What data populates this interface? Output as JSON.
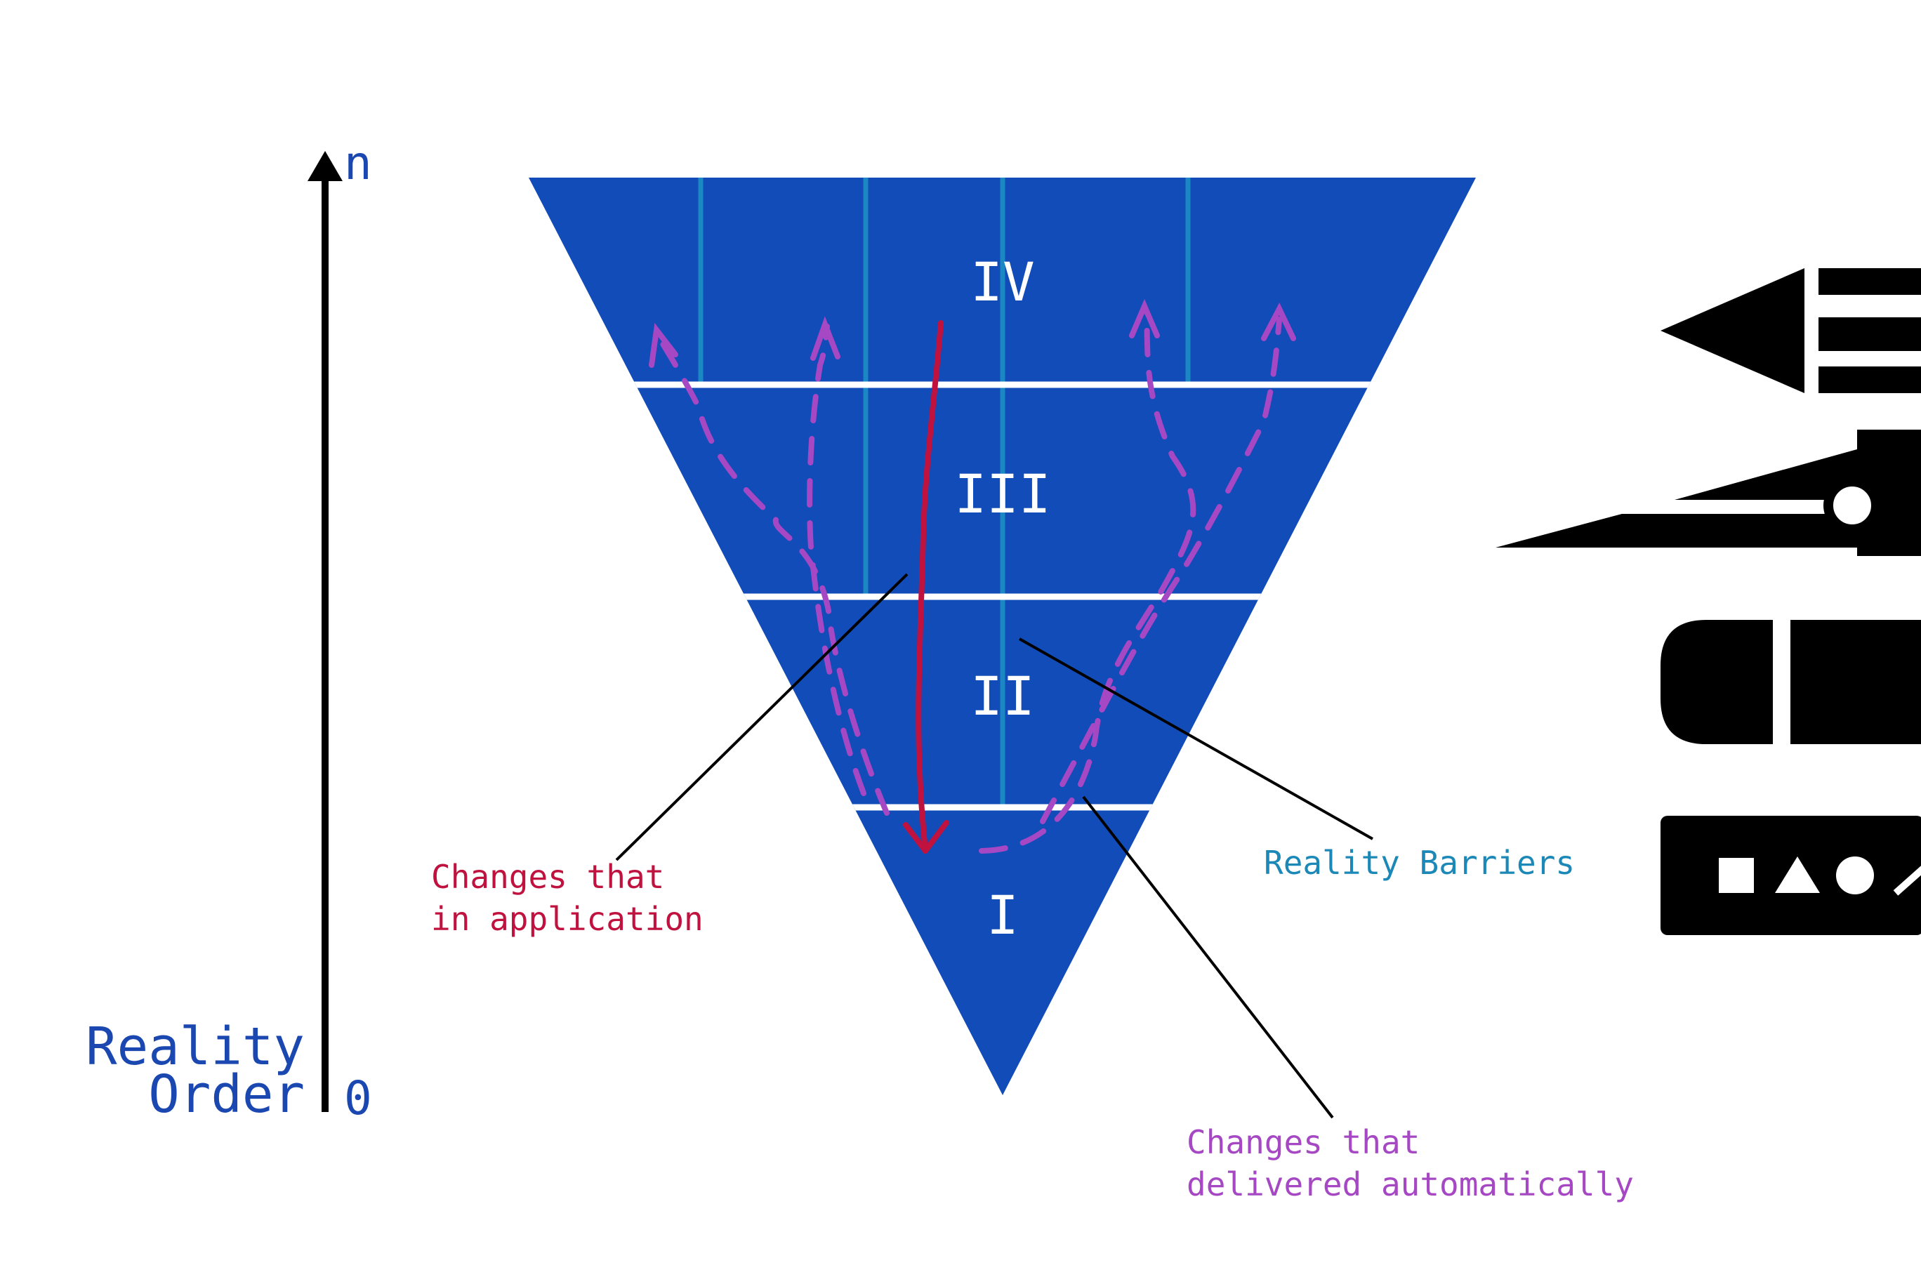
{
  "axis": {
    "label_line1": "Reality",
    "label_line2": "Order",
    "top_label": "n",
    "bottom_label": "0"
  },
  "levels": [
    {
      "label": "IV"
    },
    {
      "label": "III"
    },
    {
      "label": "II"
    },
    {
      "label": "I"
    }
  ],
  "annotations": {
    "red_line1": "Changes that",
    "red_line2": "in application",
    "teal": "Reality Barriers",
    "purple_line1": "Changes that",
    "purple_line2": "delivered automatically"
  },
  "colors": {
    "triangle": "#114cb8",
    "barrier": "#1b88c4",
    "divider": "#ffffff",
    "axis_text": "#1a47b0",
    "red": "#c0123e",
    "teal": "#1b88b8",
    "purple": "#a648c4",
    "ink": "#000000"
  },
  "icons": [
    "pen-nib-icon",
    "cutter-knife-icon",
    "eraser-icon",
    "shapes-tool-icon"
  ]
}
